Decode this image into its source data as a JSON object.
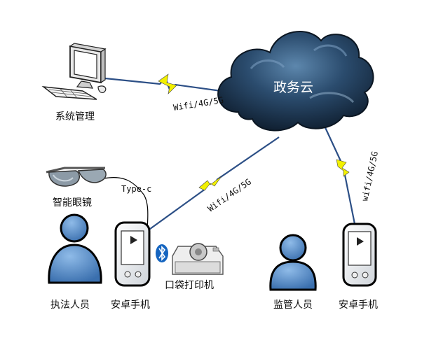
{
  "cloud": {
    "label": "政务云"
  },
  "links": {
    "pc": "Wifi/4G/5G",
    "mobile_left": "Wifi/4G/5G",
    "mobile_right": "wifi/4G/5G"
  },
  "nodes": {
    "system_admin": "系统管理",
    "smart_glasses": "智能眼镜",
    "type_c": "Type-c",
    "pocket_printer": "口袋打印机",
    "law_enforcer": "执法人员",
    "android_phone_left": "安卓手机",
    "supervisor": "监管人员",
    "android_phone_right": "安卓手机"
  },
  "colors": {
    "link_line": "#2c4f86",
    "lightning": "#f2f000",
    "person": "#4f86c6",
    "cloud_dark": "#13273d",
    "bluetooth": "#1565c0"
  },
  "icons": [
    "computer-icon",
    "cloud-icon",
    "smart-glasses-icon",
    "phone-icon",
    "printer-icon",
    "bluetooth-icon",
    "person-icon"
  ]
}
